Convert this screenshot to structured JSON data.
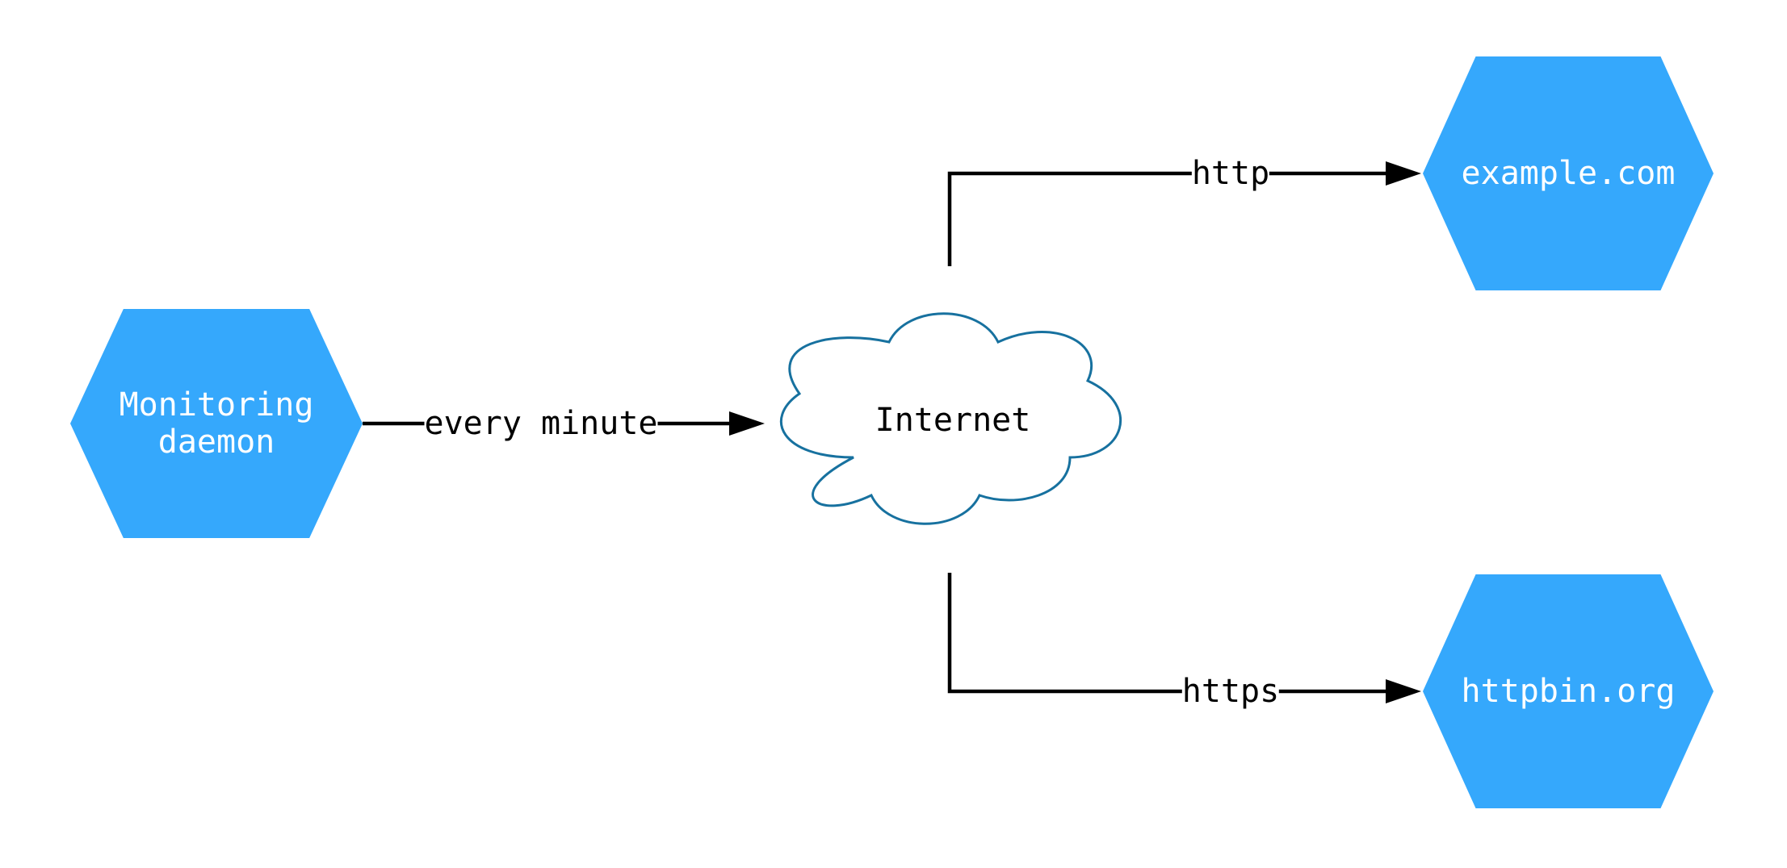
{
  "diagram": {
    "type": "network-flow-diagram",
    "background_color": "#ffffff",
    "node_fill_color": "#35a8fc",
    "node_text_color": "#ffffff",
    "cloud_stroke_color": "#17719f",
    "edge_color": "#000000",
    "nodes": [
      {
        "id": "monitoring-daemon",
        "shape": "hexagon",
        "label": "Monitoring daemon",
        "lines": [
          "Monitoring",
          "daemon"
        ],
        "fill": "#35a8fc",
        "text_color": "#ffffff"
      },
      {
        "id": "internet",
        "shape": "cloud",
        "label": "Internet",
        "fill": "#ffffff",
        "stroke": "#17719f",
        "text_color": "#000000"
      },
      {
        "id": "example-com",
        "shape": "hexagon",
        "label": "example.com",
        "fill": "#35a8fc",
        "text_color": "#ffffff"
      },
      {
        "id": "httpbin-org",
        "shape": "hexagon",
        "label": "httpbin.org",
        "fill": "#35a8fc",
        "text_color": "#ffffff"
      }
    ],
    "edges": [
      {
        "from": "monitoring-daemon",
        "to": "internet",
        "label": "every minute",
        "style": "arrow",
        "color": "#000000"
      },
      {
        "from": "internet",
        "to": "example-com",
        "label": "http",
        "style": "arrow",
        "color": "#000000"
      },
      {
        "from": "internet",
        "to": "httpbin-org",
        "label": "https",
        "style": "arrow",
        "color": "#000000"
      }
    ]
  }
}
